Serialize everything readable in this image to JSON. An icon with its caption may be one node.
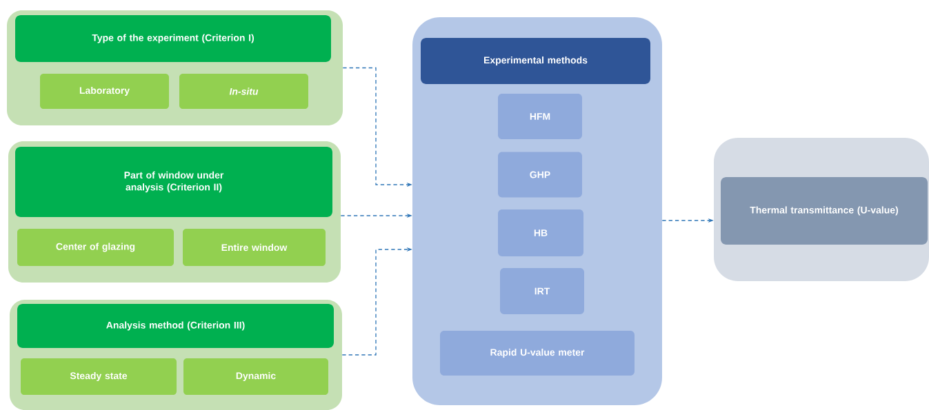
{
  "diagram": {
    "nodes": [
      {
        "text": [],
        "shape": "box"
      },
      {
        "text": [
          "Type of the experiment (Criterion I)"
        ],
        "in": 0
      },
      {
        "text": [
          "Laboratory"
        ],
        "in": 0
      },
      {
        "text": [
          "In-situ"
        ],
        "in": 0
      },
      {
        "text": [],
        "shape": "box"
      },
      {
        "text": [
          "Part of window under analysis (Criterion II)"
        ],
        "in": 4
      },
      {
        "text": [
          "Center of glazing"
        ],
        "in": 4
      },
      {
        "text": [
          "Entire window"
        ],
        "in": 4
      },
      {
        "text": [],
        "shape": "box"
      },
      {
        "text": [
          "Analysis method (Criterion III)"
        ],
        "in": 8
      },
      {
        "text": [
          "Steady state"
        ],
        "in": 8
      },
      {
        "text": [
          "Dynamic"
        ],
        "in": 8
      },
      {
        "text": [],
        "shape": "box"
      },
      {
        "text": [
          "Experimental methods"
        ],
        "in": 12
      },
      {
        "text": [
          "HFM"
        ],
        "in": 12
      },
      {
        "text": [
          "GHP"
        ],
        "in": 12
      },
      {
        "text": [
          "HB"
        ],
        "in": 12
      },
      {
        "text": [
          "IRT"
        ],
        "in": 12
      },
      {
        "text": [
          "Rapid U-value meter"
        ],
        "in": 12
      },
      {
        "text": [],
        "shape": "box"
      },
      {
        "text": [
          "Thermal transmittance (U-value)"
        ],
        "in": 19
      }
    ],
    "edges": [
      {
        "from": 0,
        "to": 12,
        "arrow": "to",
        "style": "dashed"
      },
      {
        "from": 4,
        "to": 12,
        "arrow": "to",
        "style": "dashed"
      },
      {
        "from": 8,
        "to": 12,
        "arrow": "to",
        "style": "dashed"
      },
      {
        "from": 12,
        "to": 19,
        "arrow": "to",
        "style": "dashed"
      }
    ]
  }
}
